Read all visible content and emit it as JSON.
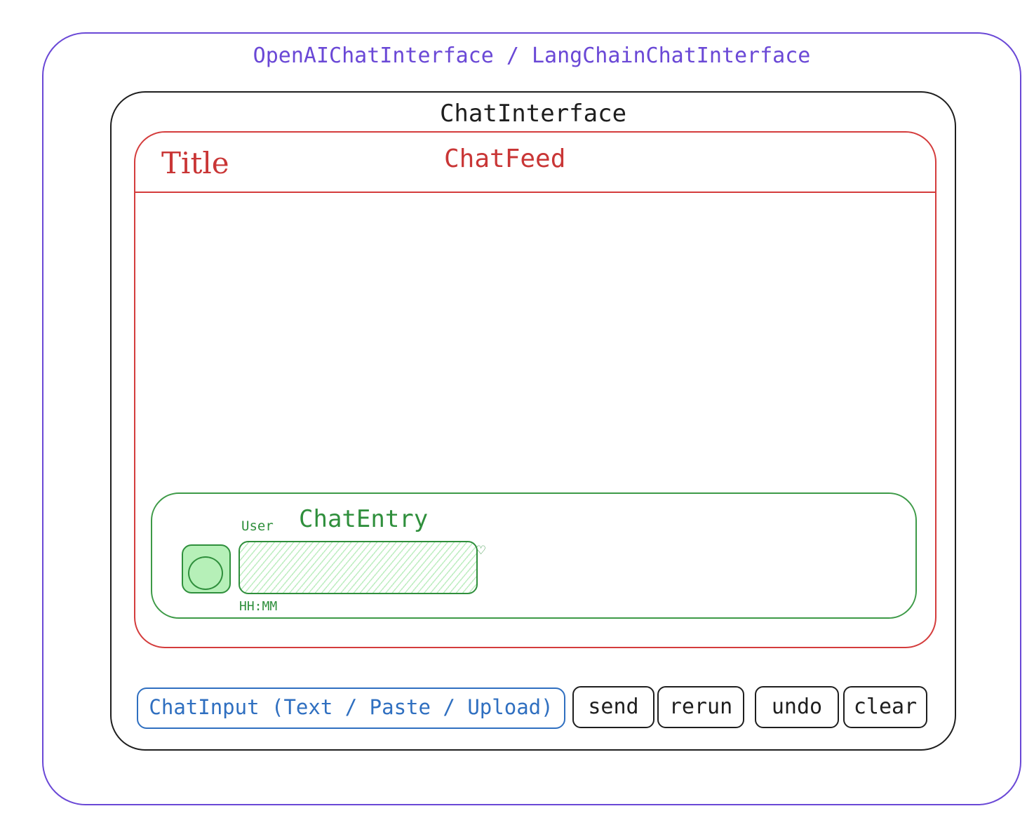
{
  "outer": {
    "label": "OpenAIChatInterface / LangChainChatInterface"
  },
  "chat_interface": {
    "label": "ChatInterface"
  },
  "chat_feed": {
    "label": "ChatFeed",
    "title_label": "Title"
  },
  "chat_entry": {
    "label": "ChatEntry",
    "user_label": "User",
    "timestamp": "HH:MM",
    "reaction_icon": "heart-icon"
  },
  "chat_input": {
    "label": "ChatInput (Text / Paste / Upload)"
  },
  "buttons": {
    "send": "send",
    "rerun": "rerun",
    "undo": "undo",
    "clear": "clear"
  },
  "colors": {
    "outer": "#6a48d6",
    "chat_interface": "#1e1e1e",
    "chat_feed": "#d43c3c",
    "chat_entry": "#2f8f3c",
    "chat_input": "#2f6fc0"
  }
}
